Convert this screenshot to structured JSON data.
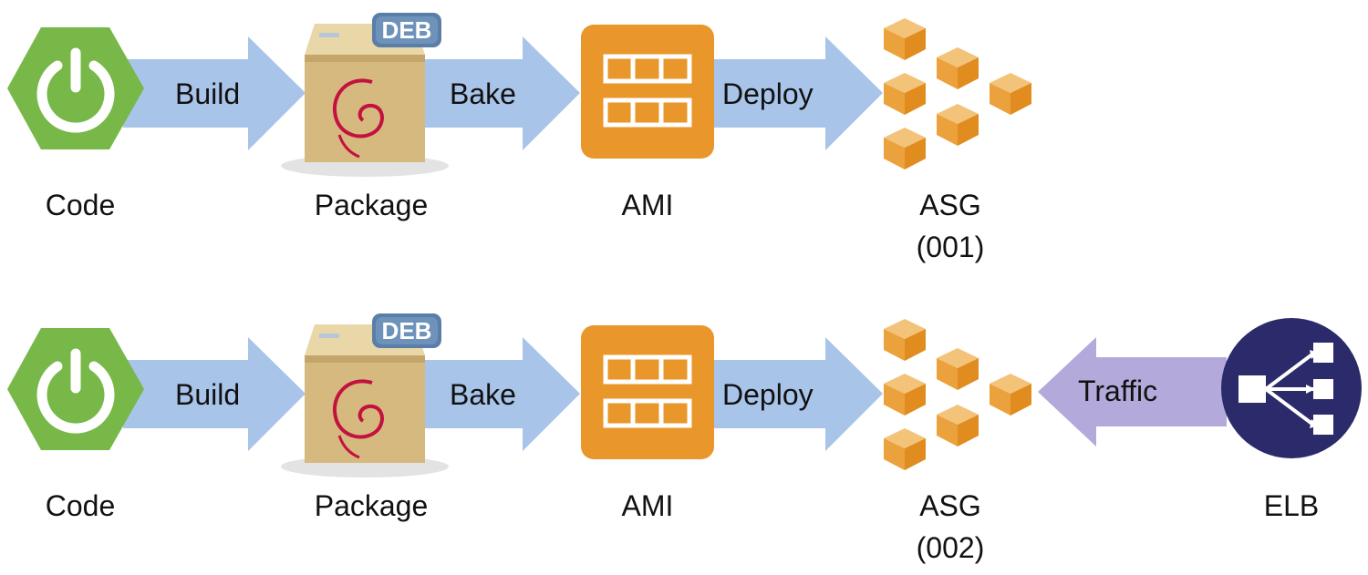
{
  "colors": {
    "arrow_blue": "#a9c4e9",
    "arrow_purple": "#b3aadb",
    "spring_green": "#77b849",
    "ami_orange": "#e9962a",
    "asg_orange": "#eca23c",
    "elb_navy": "#2b2a6b",
    "deb_badge": "#5b7ea8",
    "debian_red": "#c3123f",
    "box_tan": "#d6b97f"
  },
  "rows": [
    {
      "arrows": {
        "build": "Build",
        "bake": "Bake",
        "deploy": "Deploy"
      },
      "deb_badge": "DEB",
      "labels": {
        "code": "Code",
        "package": "Package",
        "ami": "AMI",
        "asg": "ASG",
        "asg_id": "(001)"
      },
      "icons": [
        "spring-power-icon",
        "debian-package-icon",
        "ami-icon",
        "asg-instances-icon"
      ]
    },
    {
      "arrows": {
        "build": "Build",
        "bake": "Bake",
        "deploy": "Deploy",
        "traffic": "Traffic"
      },
      "deb_badge": "DEB",
      "labels": {
        "code": "Code",
        "package": "Package",
        "ami": "AMI",
        "asg": "ASG",
        "asg_id": "(002)",
        "elb": "ELB"
      },
      "icons": [
        "spring-power-icon",
        "debian-package-icon",
        "ami-icon",
        "asg-instances-icon",
        "elb-icon"
      ]
    }
  ]
}
